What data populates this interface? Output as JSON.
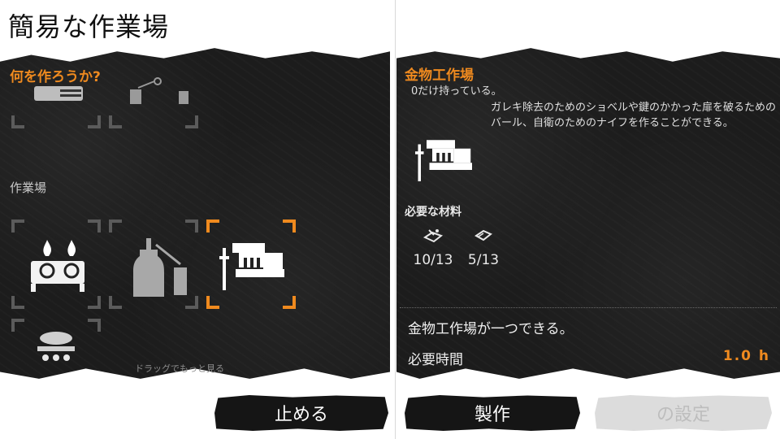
{
  "title": "簡易な作業場",
  "left": {
    "heading": "何を作ろうか?",
    "section_label": "作業場",
    "drag_hint": "ドラッグでもっと見る"
  },
  "right": {
    "heading": "金物工作場",
    "owned": "0だけ持っている。",
    "description_line1": "ガレキ除去のためのショベルや鍵のかかった扉を破るための",
    "description_line2": "バール、自衛のためのナイフを作ることができる。",
    "materials_label": "必要な材料",
    "materials": [
      {
        "icon": "scrap-parts-icon",
        "count": "10/13"
      },
      {
        "icon": "wood-planks-icon",
        "count": "5/13"
      }
    ],
    "result": "金物工作場が一つできる。",
    "time_label": "必要時間",
    "time_value": "1.0 h"
  },
  "buttons": {
    "stop": "止める",
    "make": "製作",
    "settings": "の設定"
  },
  "colors": {
    "accent": "#ef8a1f",
    "panel": "#1c1c1c"
  }
}
